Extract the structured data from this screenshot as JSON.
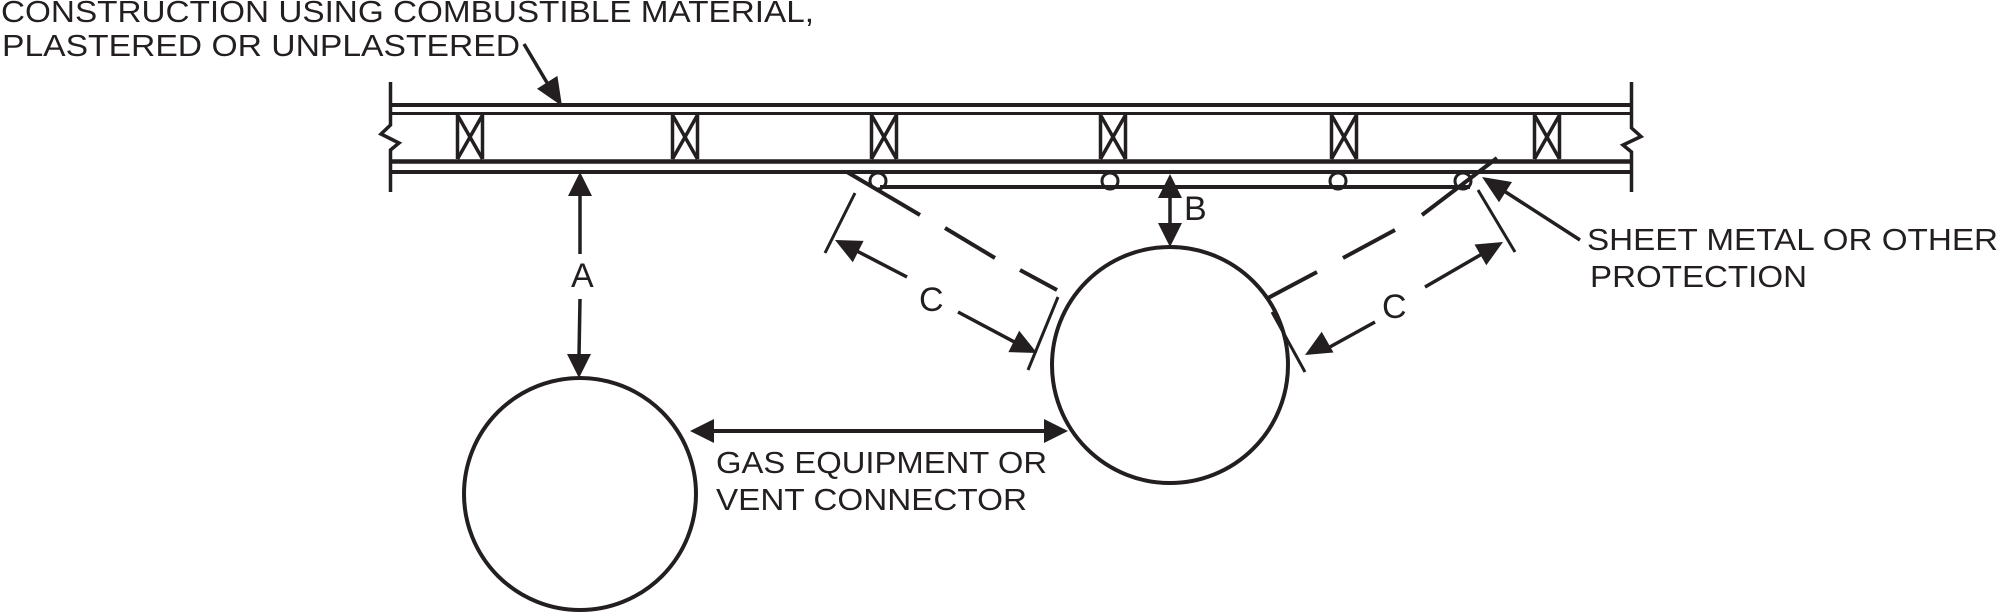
{
  "figure": {
    "type": "clearance-reduction-technical-diagram",
    "background_color": "#ffffff",
    "ink_color": "#231f20",
    "annotations": {
      "construction": {
        "line1": "CONSTRUCTION USING COMBUSTIBLE MATERIAL,",
        "line2": "PLASTERED OR UNPLASTERED"
      },
      "sheet_metal": {
        "line1": "SHEET METAL OR OTHER",
        "line2": "PROTECTION"
      },
      "equipment": {
        "line1": "GAS EQUIPMENT OR",
        "line2": "VENT CONNECTOR"
      },
      "dimensions": {
        "a": "A",
        "b": "B",
        "c_left": "C",
        "c_right": "C"
      }
    }
  }
}
